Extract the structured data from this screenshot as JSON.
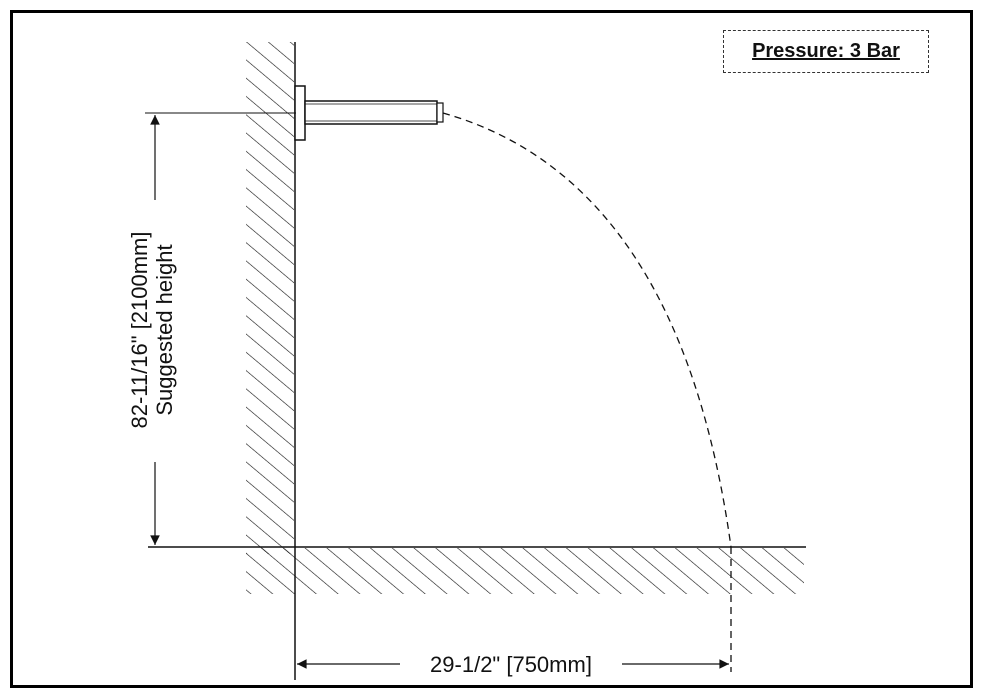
{
  "pressure": {
    "label": "Pressure: 3 Bar"
  },
  "dimensions": {
    "height_value": "82-11/16\" [2100mm]",
    "height_caption": "Suggested height",
    "reach_value": "29-1/2\" [750mm]"
  },
  "colors": {
    "line": "#111111",
    "background": "#ffffff"
  }
}
